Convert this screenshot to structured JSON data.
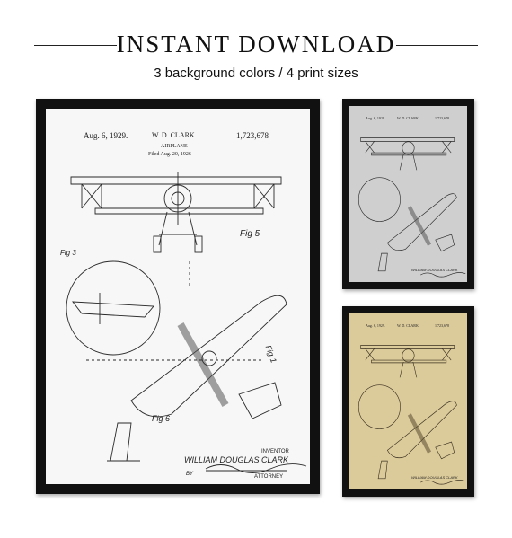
{
  "header": {
    "title": "INSTANT DOWNLOAD",
    "subtitle": "3 background colors  /  4 print sizes"
  },
  "patent": {
    "date": "Aug. 6, 1929.",
    "inventor_short": "W. D. CLARK",
    "number": "1,723,678",
    "subject": "AIRPLANE",
    "filed": "Filed Aug. 20, 1926",
    "fig5": "Fig 5",
    "fig3": "Fig 3",
    "fig1": "Fig 1",
    "fig6": "Fig 6",
    "inventor_caption": "INVENTOR",
    "inventor_name": "WILLIAM DOUGLAS CLARK",
    "by": "BY",
    "attorney_caption": "ATTORNEY"
  },
  "variants": [
    {
      "name": "white",
      "bg": "#f7f7f7"
    },
    {
      "name": "gray",
      "bg": "#cfcfcf"
    },
    {
      "name": "vintage",
      "bg": "#dccb9a"
    }
  ],
  "colors": {
    "ink": "#2a2a2a",
    "frame": "#111111"
  }
}
